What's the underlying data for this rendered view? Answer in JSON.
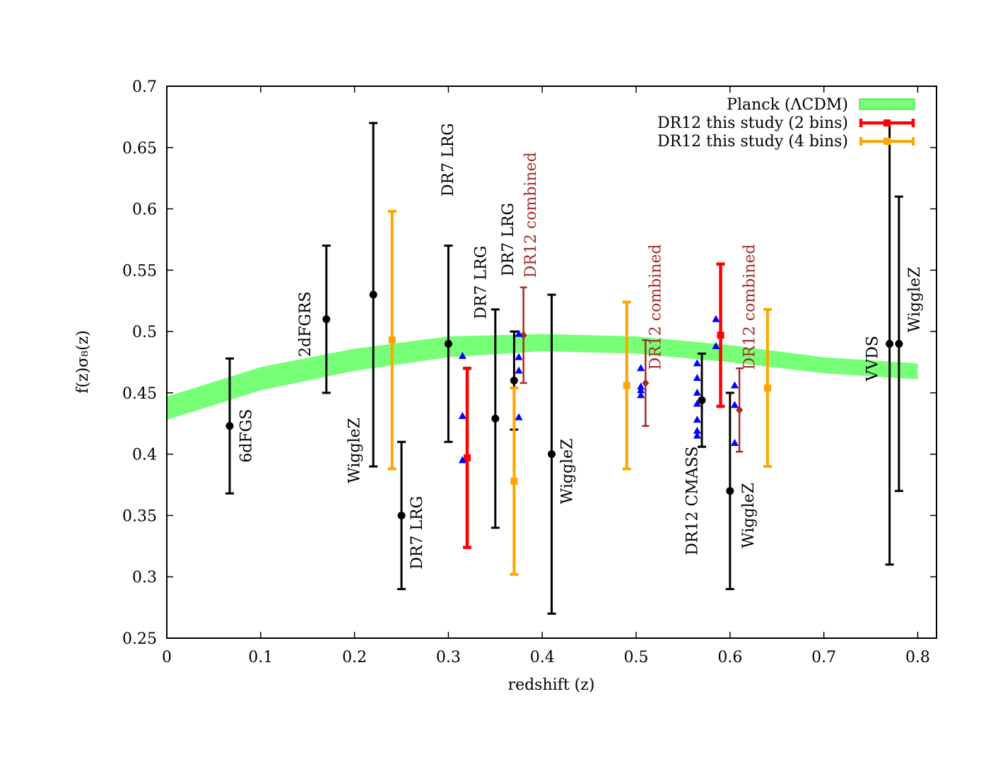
{
  "chart_data": {
    "type": "scatter",
    "xlabel": "redshift (z)",
    "ylabel": "f(z)σ₈(z)",
    "xlim": [
      0,
      0.82
    ],
    "ylim": [
      0.25,
      0.7
    ],
    "x_ticks": [
      0,
      0.1,
      0.2,
      0.3,
      0.4,
      0.5,
      0.6,
      0.7,
      0.8
    ],
    "y_ticks": [
      0.25,
      0.3,
      0.35,
      0.4,
      0.45,
      0.5,
      0.55,
      0.6,
      0.65,
      0.7
    ],
    "legend_placement": "top-right",
    "legend": [
      {
        "label": "Planck (ΛCDM)",
        "series": "planck"
      },
      {
        "label": "DR12 this study (2 bins)",
        "series": "dr12_2bins"
      },
      {
        "label": "DR12 this study (4 bins)",
        "series": "dr12_4bins"
      }
    ],
    "colors": {
      "planck": "#77ff77",
      "dr12_2bins": "#ff0000",
      "dr12_4bins": "#ffa500",
      "literature": "#000000",
      "combined": "#a52a2a",
      "triangles": "#0000ff"
    },
    "planck_band": {
      "z": [
        0.0,
        0.1,
        0.2,
        0.3,
        0.4,
        0.5,
        0.6,
        0.7,
        0.8
      ],
      "lower": [
        0.428,
        0.452,
        0.468,
        0.479,
        0.484,
        0.482,
        0.475,
        0.466,
        0.461
      ],
      "upper": [
        0.447,
        0.471,
        0.486,
        0.496,
        0.498,
        0.496,
        0.489,
        0.479,
        0.474
      ]
    },
    "series": [
      {
        "id": "dr12_2bins",
        "marker": "square",
        "points": [
          {
            "z": 0.32,
            "value": 0.397,
            "low": 0.324,
            "high": 0.47
          },
          {
            "z": 0.59,
            "value": 0.497,
            "low": 0.439,
            "high": 0.555
          }
        ]
      },
      {
        "id": "dr12_4bins",
        "marker": "square",
        "points": [
          {
            "z": 0.24,
            "value": 0.493,
            "low": 0.388,
            "high": 0.598
          },
          {
            "z": 0.37,
            "value": 0.378,
            "low": 0.302,
            "high": 0.454
          },
          {
            "z": 0.49,
            "value": 0.456,
            "low": 0.388,
            "high": 0.524
          },
          {
            "z": 0.64,
            "value": 0.454,
            "low": 0.39,
            "high": 0.518
          }
        ]
      },
      {
        "id": "literature",
        "marker": "circle",
        "points": [
          {
            "z": 0.067,
            "value": 0.423,
            "low": 0.368,
            "high": 0.478
          },
          {
            "z": 0.17,
            "value": 0.51,
            "low": 0.45,
            "high": 0.57
          },
          {
            "z": 0.22,
            "value": 0.53,
            "low": 0.39,
            "high": 0.67
          },
          {
            "z": 0.25,
            "value": 0.35,
            "low": 0.29,
            "high": 0.41
          },
          {
            "z": 0.3,
            "value": 0.49,
            "low": 0.41,
            "high": 0.57
          },
          {
            "z": 0.35,
            "value": 0.429,
            "low": 0.34,
            "high": 0.518
          },
          {
            "z": 0.37,
            "value": 0.46,
            "low": 0.42,
            "high": 0.5
          },
          {
            "z": 0.41,
            "value": 0.4,
            "low": 0.27,
            "high": 0.53
          },
          {
            "z": 0.57,
            "value": 0.444,
            "low": 0.406,
            "high": 0.482
          },
          {
            "z": 0.6,
            "value": 0.37,
            "low": 0.29,
            "high": 0.45
          },
          {
            "z": 0.77,
            "value": 0.49,
            "low": 0.31,
            "high": 0.67
          },
          {
            "z": 0.78,
            "value": 0.49,
            "low": 0.37,
            "high": 0.61
          }
        ]
      },
      {
        "id": "combined",
        "marker": "diamond",
        "points": [
          {
            "z": 0.38,
            "value": 0.497,
            "low": 0.458,
            "high": 0.536
          },
          {
            "z": 0.51,
            "value": 0.458,
            "low": 0.423,
            "high": 0.493
          },
          {
            "z": 0.61,
            "value": 0.436,
            "low": 0.402,
            "high": 0.47
          }
        ]
      },
      {
        "id": "triangles",
        "marker": "triangle",
        "points": [
          {
            "z": 0.315,
            "value": 0.48
          },
          {
            "z": 0.315,
            "value": 0.431
          },
          {
            "z": 0.315,
            "value": 0.395
          },
          {
            "z": 0.375,
            "value": 0.498
          },
          {
            "z": 0.375,
            "value": 0.479
          },
          {
            "z": 0.375,
            "value": 0.468
          },
          {
            "z": 0.375,
            "value": 0.43
          },
          {
            "z": 0.505,
            "value": 0.47
          },
          {
            "z": 0.505,
            "value": 0.455
          },
          {
            "z": 0.505,
            "value": 0.452
          },
          {
            "z": 0.505,
            "value": 0.448
          },
          {
            "z": 0.565,
            "value": 0.474
          },
          {
            "z": 0.565,
            "value": 0.462
          },
          {
            "z": 0.565,
            "value": 0.45
          },
          {
            "z": 0.565,
            "value": 0.441
          },
          {
            "z": 0.565,
            "value": 0.428
          },
          {
            "z": 0.565,
            "value": 0.419
          },
          {
            "z": 0.565,
            "value": 0.415
          },
          {
            "z": 0.585,
            "value": 0.51
          },
          {
            "z": 0.585,
            "value": 0.488
          },
          {
            "z": 0.605,
            "value": 0.456
          },
          {
            "z": 0.605,
            "value": 0.44
          },
          {
            "z": 0.605,
            "value": 0.409
          }
        ]
      }
    ],
    "annotations": [
      {
        "text": "6dFGS",
        "z": 0.09,
        "value": 0.415,
        "color": "literature"
      },
      {
        "text": "2dFGRS",
        "z": 0.153,
        "value": 0.506,
        "color": "literature"
      },
      {
        "text": "WiggleZ",
        "z": 0.205,
        "value": 0.403,
        "color": "literature"
      },
      {
        "text": "DR7 LRG",
        "z": 0.272,
        "value": 0.336,
        "color": "literature"
      },
      {
        "text": "DR7 LRG",
        "z": 0.305,
        "value": 0.64,
        "color": "literature"
      },
      {
        "text": "DR7 LRG",
        "z": 0.34,
        "value": 0.54,
        "color": "literature"
      },
      {
        "text": "DR7 LRG",
        "z": 0.369,
        "value": 0.575,
        "color": "literature"
      },
      {
        "text": "DR12 combined",
        "z": 0.393,
        "value": 0.595,
        "color": "combined"
      },
      {
        "text": "WiggleZ",
        "z": 0.432,
        "value": 0.386,
        "color": "literature"
      },
      {
        "text": "DR12 combined",
        "z": 0.526,
        "value": 0.52,
        "color": "combined"
      },
      {
        "text": "DR12 CMASS",
        "z": 0.565,
        "value": 0.362,
        "color": "literature"
      },
      {
        "text": "DR12 combined",
        "z": 0.626,
        "value": 0.52,
        "color": "combined"
      },
      {
        "text": "WiggleZ",
        "z": 0.625,
        "value": 0.35,
        "color": "literature"
      },
      {
        "text": "VVDS",
        "z": 0.757,
        "value": 0.478,
        "color": "literature"
      },
      {
        "text": "WiggleZ",
        "z": 0.802,
        "value": 0.526,
        "color": "literature"
      }
    ]
  }
}
